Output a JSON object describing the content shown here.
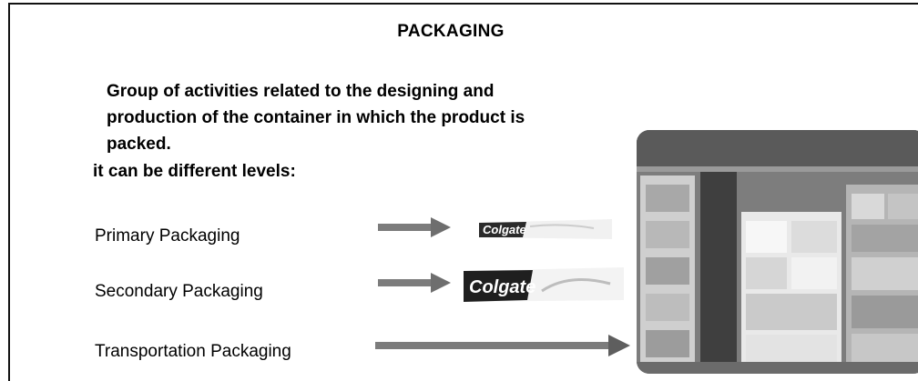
{
  "slide": {
    "title": "PACKAGING",
    "definition": "Group of activities related to the designing and production of the container in which the product is packed.",
    "levels_heading": "it can be different levels:",
    "levels": [
      {
        "label": "Primary Packaging"
      },
      {
        "label": "Secondary Packaging"
      },
      {
        "label": "Transportation Packaging"
      }
    ],
    "brand_logo_text": "Colgate",
    "colors": {
      "brand_red": "#b01e23",
      "arrow_gray": "#7c7c7c",
      "border": "#111111"
    }
  }
}
